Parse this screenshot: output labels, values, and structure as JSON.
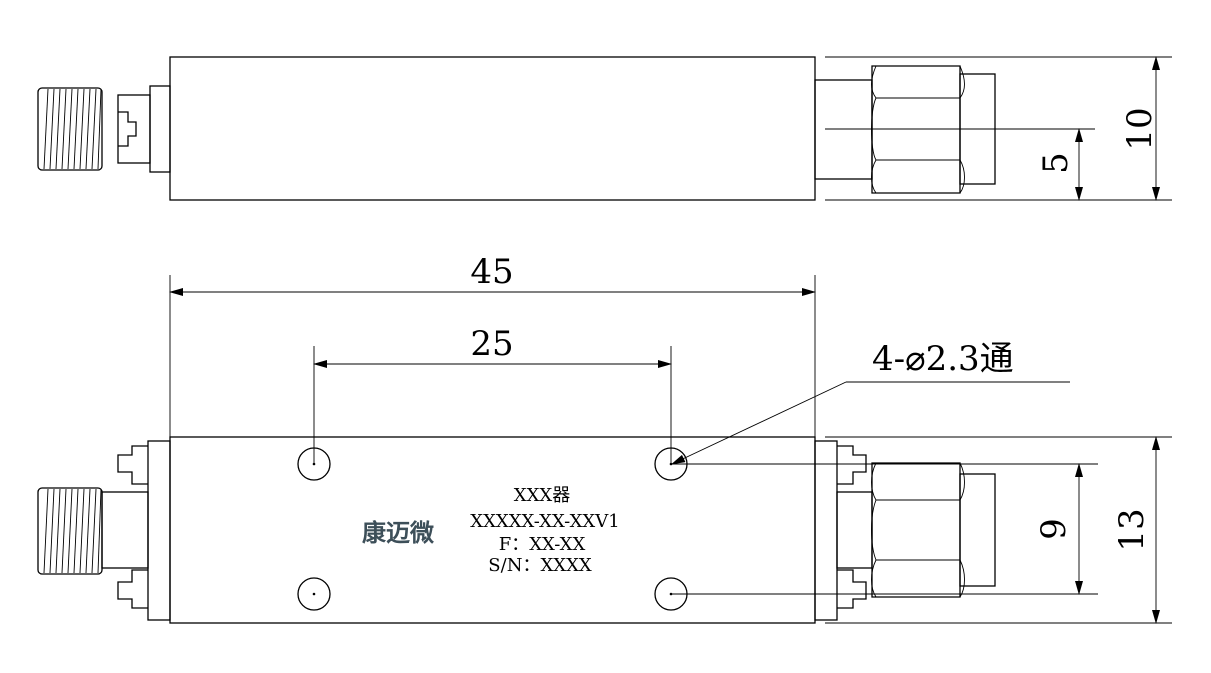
{
  "dimensions": {
    "top_height": "10",
    "top_half": "5",
    "overall_length": "45",
    "hole_spacing": "25",
    "hole_note": "4-⌀2.3通",
    "hole_vertical": "9",
    "bottom_height": "13"
  },
  "label": {
    "brand": "康迈微",
    "name": "XXX器",
    "model": "XXXXX-XX-XXV1",
    "freq": "F：XX-XX",
    "serial": "S/N：XXXX"
  }
}
